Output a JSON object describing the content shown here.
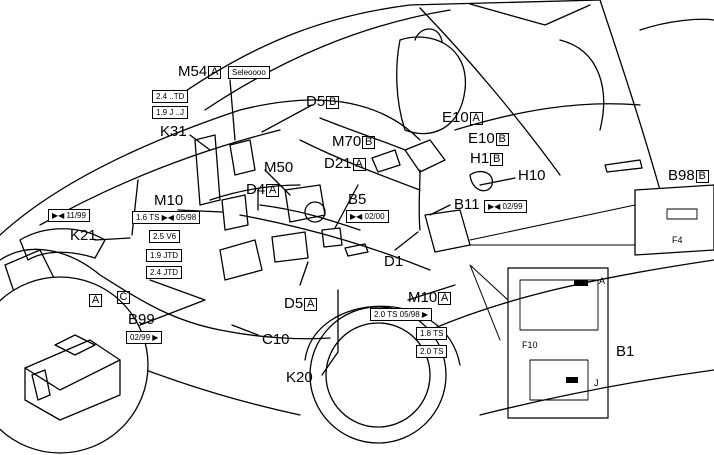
{
  "callouts": {
    "m54": {
      "code": "M54",
      "variant": "A",
      "tag": "Seleoooo"
    },
    "k31": {
      "code": "K31",
      "tag1": "2.4 ..TD",
      "tag2": "1.9 J ..J"
    },
    "d5_top": {
      "code": "D5",
      "variant": "B"
    },
    "m70": {
      "code": "M70",
      "variant": "B"
    },
    "e10_a": {
      "code": "E10",
      "variant": "A"
    },
    "e10_b": {
      "code": "E10",
      "variant": "B"
    },
    "d21": {
      "code": "D21",
      "variant": "A"
    },
    "m50": {
      "code": "M50"
    },
    "h1": {
      "code": "H1",
      "variant": "B"
    },
    "h10": {
      "code": "H10"
    },
    "d4": {
      "code": "D4",
      "variant": "A"
    },
    "b5": {
      "code": "B5",
      "tag": "▶◀ 02/00"
    },
    "b11": {
      "code": "B11",
      "tag": "▶◀ 02/99"
    },
    "b98": {
      "code": "B98",
      "variant": "B",
      "fuse_label": "F4"
    },
    "m10_left": {
      "code": "M10",
      "tags": [
        "1.6 TS ▶◀ 05/98",
        "2.5 V6",
        "1.9 JTD",
        "2.4 JTD"
      ]
    },
    "k21": {
      "code": "K21",
      "tag": "▶◀ 11/99"
    },
    "d1": {
      "code": "D1"
    },
    "d5_bottom": {
      "code": "D5",
      "variant": "A"
    },
    "m10_right": {
      "code": "M10",
      "variant": "A",
      "tags": [
        "2.0 TS 05/98 ▶",
        "1.8 TS",
        "2.0 TS"
      ]
    },
    "c10": {
      "code": "C10"
    },
    "k20": {
      "code": "K20"
    },
    "b1": {
      "code": "B1",
      "label_a": "A",
      "label_j": "J",
      "fuse_label": "F10"
    },
    "b99": {
      "code": "B99",
      "label_a": "A",
      "label_c": "C",
      "tag": "02/99 ▶"
    }
  }
}
